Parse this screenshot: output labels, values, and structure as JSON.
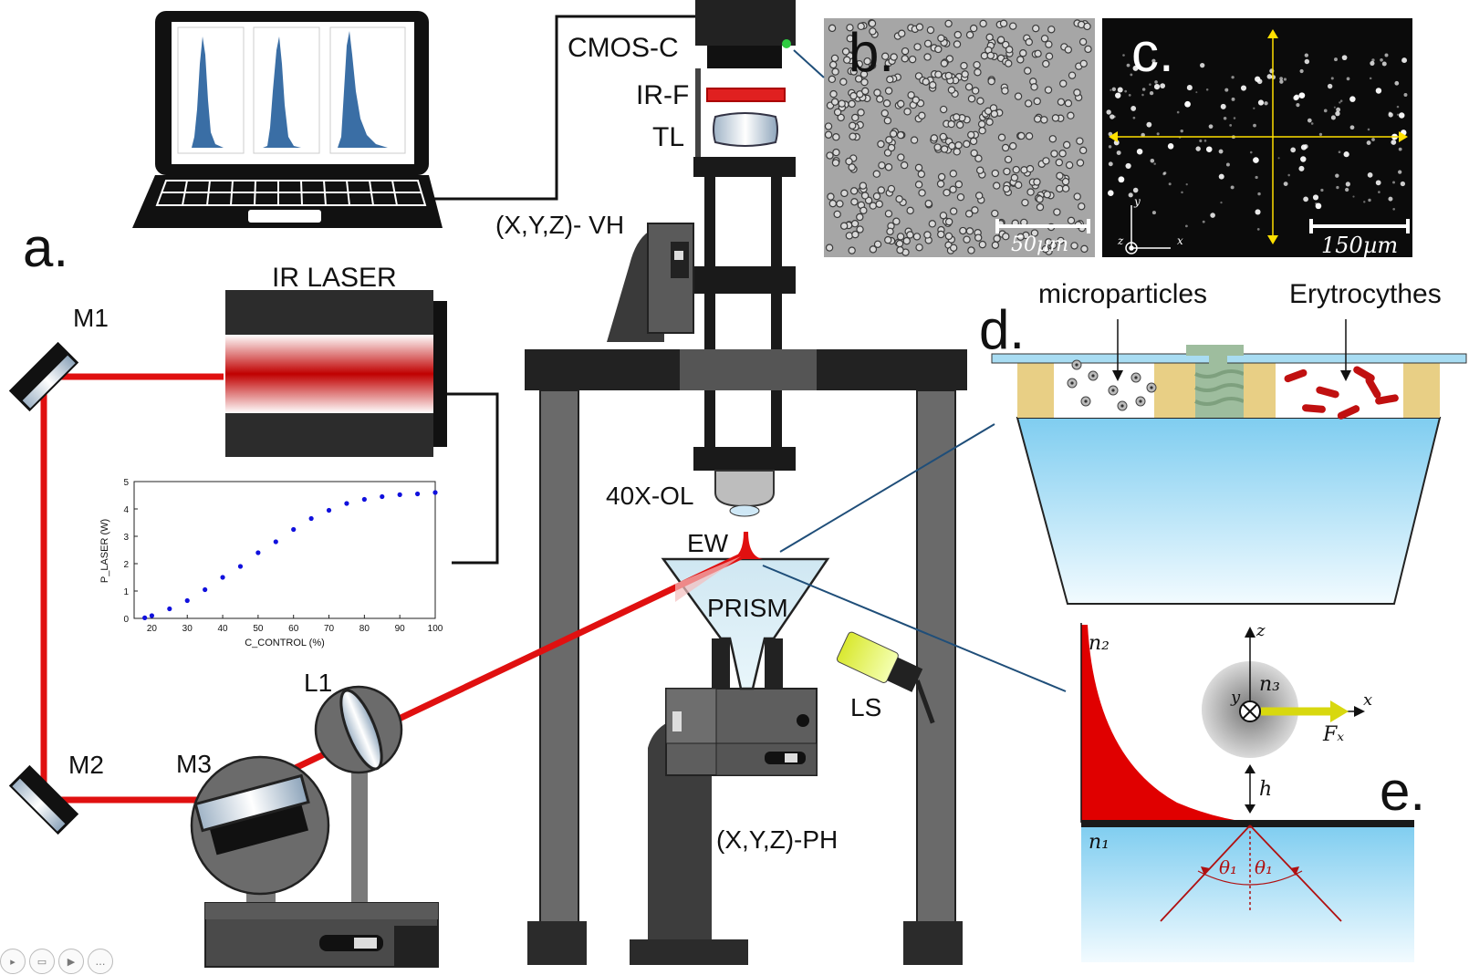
{
  "panels": {
    "a": "a.",
    "b": "b.",
    "c": "c.",
    "d": "d.",
    "e": "e."
  },
  "components": {
    "cmos": "CMOS-C",
    "irf": "IR-F",
    "tl": "TL",
    "vh": "(X,Y,Z)- VH",
    "ir_laser": "IR LASER",
    "m1": "M1",
    "m2": "M2",
    "m3": "M3",
    "l1": "L1",
    "ol": "40X-OL",
    "ew": "EW",
    "prism": "PRISM",
    "ls": "LS",
    "ph": "(X,Y,Z)-PH"
  },
  "micrographs": {
    "b_scale": "50µm",
    "c_scale": "150µm",
    "c_axes": {
      "x": "x",
      "y": "y",
      "z": "z"
    }
  },
  "panel_d": {
    "microparticles": "microparticles",
    "erythrocytes": "Erytrocythes"
  },
  "panel_e": {
    "n1": "n₁",
    "n2": "n₂",
    "n3": "n₃",
    "h": "h",
    "z": "z",
    "x": "x",
    "y": "y",
    "force": "Fₓ",
    "theta_left": "θ₁",
    "theta_right": "θ₁"
  },
  "laser_color": "#e01010",
  "chart_data": {
    "type": "scatter",
    "xlabel": "C_CONTROL (%)",
    "ylabel": "P_LASER (W)",
    "xlim": [
      15,
      100
    ],
    "ylim": [
      0,
      5
    ],
    "xticks": [
      "20",
      "30",
      "40",
      "50",
      "60",
      "70",
      "80",
      "90",
      "100"
    ],
    "yticks": [
      "0",
      "1",
      "2",
      "3",
      "4",
      "5"
    ],
    "color": "#1010dd",
    "x": [
      18,
      20,
      25,
      30,
      35,
      40,
      45,
      50,
      55,
      60,
      65,
      70,
      75,
      80,
      85,
      90,
      95,
      100
    ],
    "y": [
      0.02,
      0.1,
      0.35,
      0.65,
      1.05,
      1.5,
      1.9,
      2.4,
      2.8,
      3.25,
      3.65,
      3.95,
      4.2,
      4.35,
      4.45,
      4.52,
      4.55,
      4.6
    ]
  },
  "toolbar": {
    "icons": [
      "▸",
      "▭",
      "▶",
      "…"
    ]
  }
}
